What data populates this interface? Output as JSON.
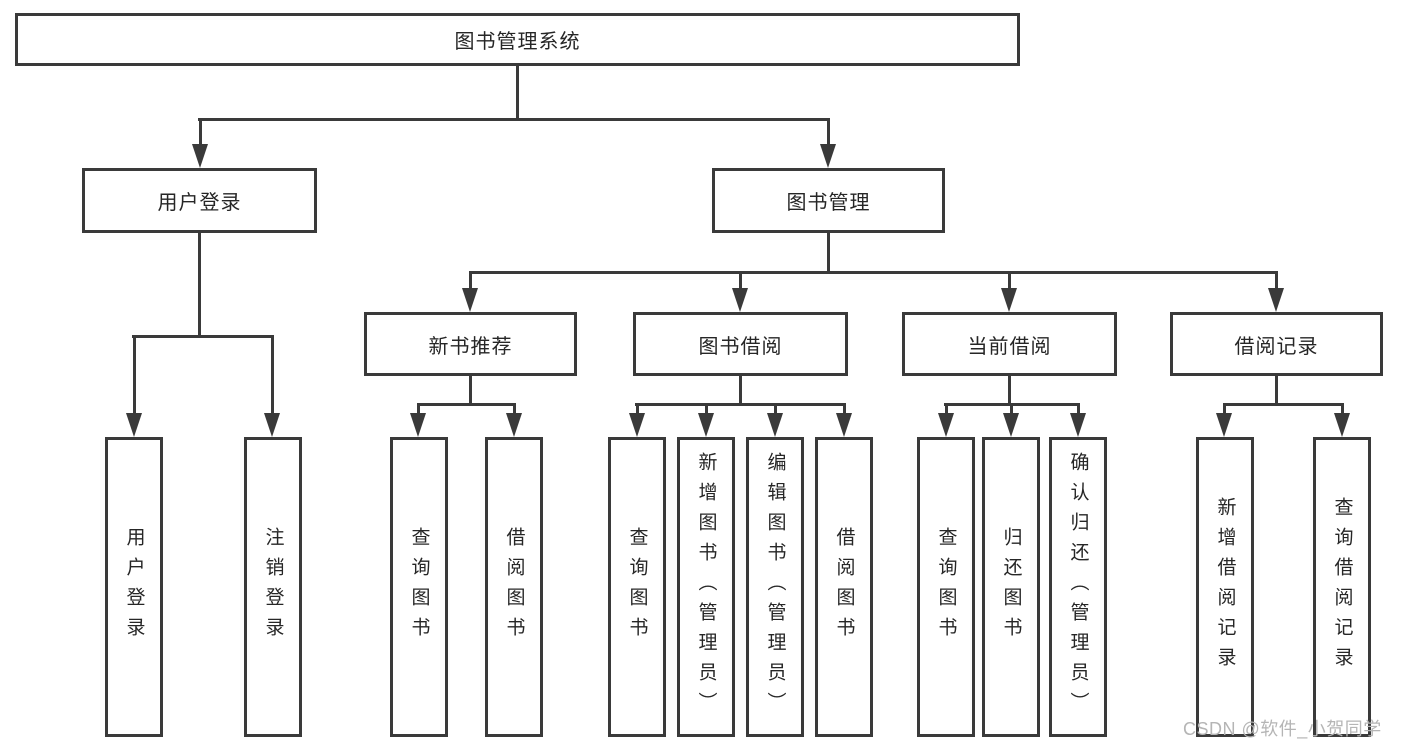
{
  "watermark": "CSDN @软件_小贺同学",
  "colors": {
    "line": "#3a3a3a",
    "text": "#262626",
    "background": "#ffffff",
    "watermark": "#b5b5b5"
  },
  "tree": {
    "root": {
      "label": "图书管理系统",
      "children": [
        {
          "label": "用户登录",
          "children": [
            {
              "label": "用户登录"
            },
            {
              "label": "注销登录"
            }
          ]
        },
        {
          "label": "图书管理",
          "children": [
            {
              "label": "新书推荐",
              "children": [
                {
                  "label": "查询图书"
                },
                {
                  "label": "借阅图书"
                }
              ]
            },
            {
              "label": "图书借阅",
              "children": [
                {
                  "label": "查询图书"
                },
                {
                  "label": "新增图书（管理员）"
                },
                {
                  "label": "编辑图书（管理员）"
                },
                {
                  "label": "借阅图书"
                }
              ]
            },
            {
              "label": "当前借阅",
              "children": [
                {
                  "label": "查询图书"
                },
                {
                  "label": "归还图书"
                },
                {
                  "label": "确认归还（管理员）"
                }
              ]
            },
            {
              "label": "借阅记录",
              "children": [
                {
                  "label": "新增借阅记录"
                },
                {
                  "label": "查询借阅记录"
                }
              ]
            }
          ]
        }
      ]
    }
  }
}
